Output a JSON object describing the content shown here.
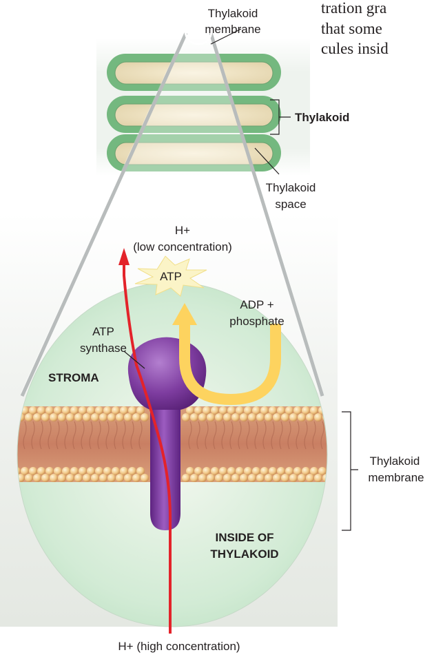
{
  "side_text": {
    "line1": "tration gra",
    "line2": "that some",
    "line3": "cules insid"
  },
  "labels": {
    "thylakoid_membrane_top_1": "Thylakoid",
    "thylakoid_membrane_top_2": "membrane",
    "thylakoid": "Thylakoid",
    "thylakoid_space_1": "Thylakoid",
    "thylakoid_space_2": "space",
    "h_low_1": "H+",
    "h_low_2": "(low concentration)",
    "atp": "ATP",
    "adp_1": "ADP +",
    "adp_2": "phosphate",
    "atp_synthase_1": "ATP",
    "atp_synthase_2": "synthase",
    "stroma": "STROMA",
    "thylakoid_membrane_right_1": "Thylakoid",
    "thylakoid_membrane_right_2": "membrane",
    "inside_1": "INSIDE OF",
    "inside_2": "THYLAKOID",
    "h_high": "H+ (high concentration)"
  },
  "colors": {
    "h_arrow": "#e3232a",
    "adp_arrow": "#fcd25a",
    "atp_synthase": "#7d3c98",
    "stroma_bg": "#d6ead9",
    "membrane_outer": "#5fae6e",
    "membrane_inner": "#f4e9c9"
  }
}
